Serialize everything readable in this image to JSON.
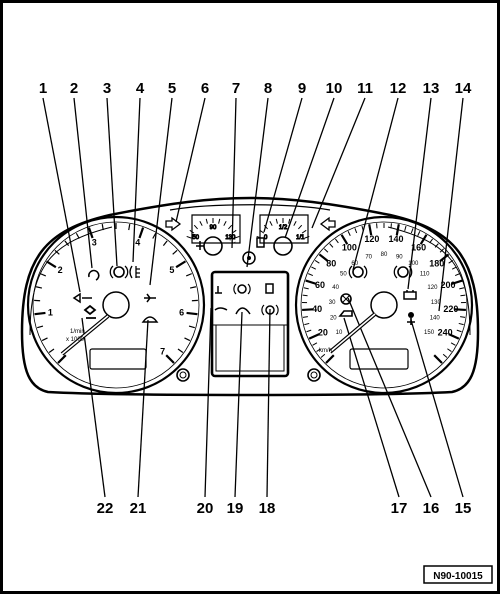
{
  "callouts_top": [
    "1",
    "2",
    "3",
    "4",
    "5",
    "6",
    "7",
    "8",
    "9",
    "10",
    "11",
    "12",
    "13",
    "14"
  ],
  "callouts_bottom": [
    "22",
    "21",
    "20",
    "19",
    "18",
    "17",
    "16",
    "15"
  ],
  "tachometer": {
    "scale": [
      "1",
      "2",
      "3",
      "4",
      "5",
      "6",
      "7"
    ],
    "unit_line1": "1/min",
    "unit_line2": "x 1000"
  },
  "speedometer": {
    "scale": [
      "20",
      "40",
      "60",
      "80",
      "100",
      "120",
      "140",
      "160",
      "180",
      "200",
      "220",
      "240"
    ],
    "unit": "km/h",
    "inner_scale": [
      "10",
      "20",
      "30",
      "40",
      "50",
      "60",
      "70",
      "80",
      "90",
      "100",
      "110",
      "120",
      "130",
      "140",
      "150"
    ]
  },
  "temp_gauge": {
    "marks": [
      "50",
      "90",
      "130"
    ],
    "unit": "°C"
  },
  "fuel_gauge": {
    "marks": [
      "0",
      "1/2",
      "1/1"
    ]
  },
  "reference": "N90-10015"
}
